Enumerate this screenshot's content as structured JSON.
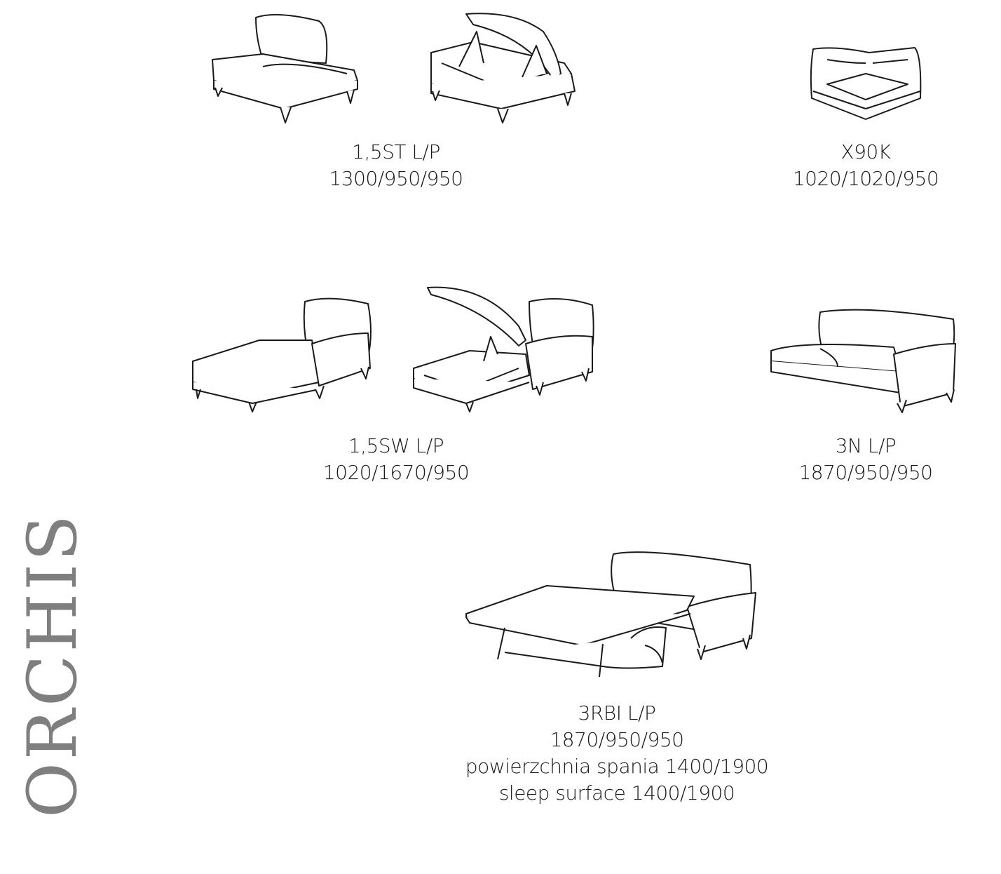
{
  "brand": "ORCHIS",
  "modules": [
    {
      "code": "1,5ST L/P",
      "dims": "1300/950/950"
    },
    {
      "code": "X90K",
      "dims": "1020/1020/950"
    },
    {
      "code": "1,5SW L/P",
      "dims": "1020/1670/950"
    },
    {
      "code": "3N L/P",
      "dims": "1870/950/950"
    },
    {
      "code": "3RBI L/P",
      "dims": "1870/950/950",
      "note_pl": "powierzchnia spania 1400/1900",
      "note_en": "sleep surface 1400/1900"
    }
  ]
}
